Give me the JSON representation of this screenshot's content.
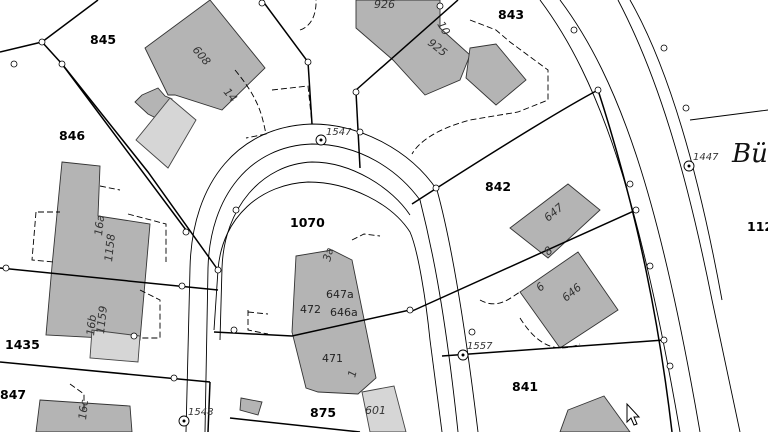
{
  "map": {
    "parcels": {
      "p845": "845",
      "p843": "843",
      "p846": "846",
      "p842": "842",
      "p1070": "1070",
      "p1435": "1435",
      "p841": "841",
      "p875": "875",
      "p847": "847",
      "p1120_partial": "112"
    },
    "houses": {
      "h608": "608",
      "h926": "926",
      "h925": "925",
      "h647": "647",
      "h646": "646",
      "h1158": "1158",
      "h1159": "1159",
      "h16a": "16a",
      "h16b": "16b",
      "h16c": "16c",
      "h601": "601",
      "h471": "471",
      "h472": "472",
      "h647a": "647a",
      "h646a": "646a",
      "h14": "14",
      "h10": "10",
      "h3a": "3a",
      "h1": "1",
      "h8": "8",
      "h6": "6"
    },
    "points": {
      "pt1547": "1547",
      "pt1557": "1557",
      "pt1447": "1447",
      "pt1548": "1548"
    },
    "street": {
      "name_partial": "Bü"
    }
  }
}
